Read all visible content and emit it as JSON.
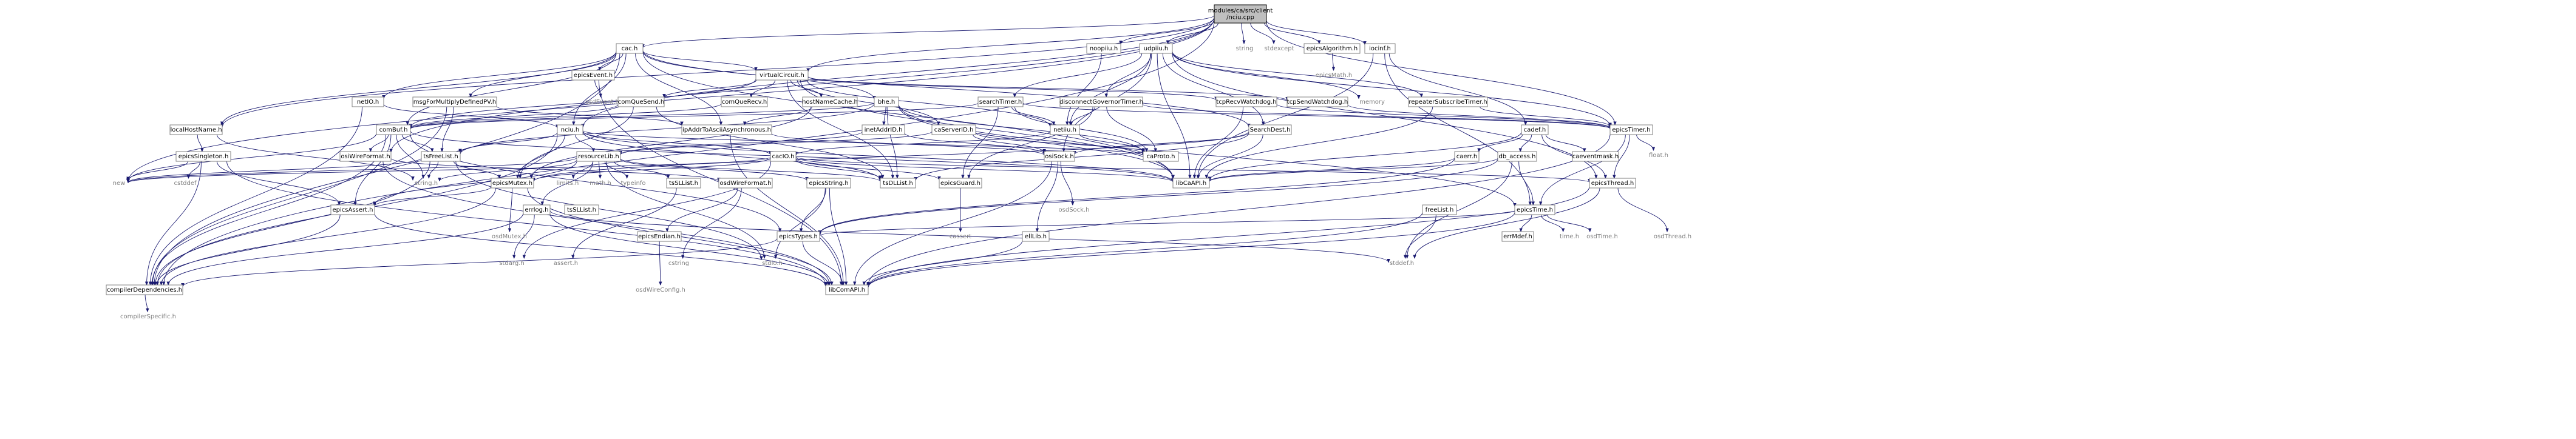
{
  "root": "modules/ca/src/client/nciu.cpp",
  "nodes": [
    {
      "id": "root",
      "label": [
        "modules/ca/src/client",
        "/nciu.cpp"
      ],
      "kind": "root",
      "link": false
    },
    {
      "id": "cac_h",
      "label": [
        "cac.h"
      ],
      "kind": "box",
      "link": true
    },
    {
      "id": "string",
      "label": [
        "string"
      ],
      "kind": "ext",
      "link": false
    },
    {
      "id": "stdexcept",
      "label": [
        "stdexcept"
      ],
      "kind": "ext",
      "link": false
    },
    {
      "id": "epicsAlgorithm_h",
      "label": [
        "epicsAlgorithm.h"
      ],
      "kind": "box",
      "link": true
    },
    {
      "id": "epicsMath_h",
      "label": [
        "epicsMath.h"
      ],
      "kind": "ext",
      "link": false
    },
    {
      "id": "iocinf_h",
      "label": [
        "iocinf.h"
      ],
      "kind": "box",
      "link": true
    },
    {
      "id": "noopiiu_h",
      "label": [
        "noopiiu.h"
      ],
      "kind": "box",
      "link": true
    },
    {
      "id": "udpiiu_h",
      "label": [
        "udpiiu.h"
      ],
      "kind": "box",
      "link": true
    },
    {
      "id": "epicsEvent_h",
      "label": [
        "epicsEvent.h"
      ],
      "kind": "box",
      "link": true
    },
    {
      "id": "osdEvent_h",
      "label": [
        "osdEvent.h"
      ],
      "kind": "ext",
      "link": false
    },
    {
      "id": "virtualCircuit_h",
      "label": [
        "virtualCircuit.h"
      ],
      "kind": "box",
      "link": true
    },
    {
      "id": "netiiu_h_top",
      "label": [
        "netIO.h"
      ],
      "kind": "box",
      "link": true
    },
    {
      "id": "msgForMultiplyDefinedPV_h",
      "label": [
        "msgForMultiplyDefinedPV.h"
      ],
      "kind": "box",
      "link": true
    },
    {
      "id": "comQueSend_h",
      "label": [
        "comQueSend.h"
      ],
      "kind": "box",
      "link": true
    },
    {
      "id": "comQueRecv_h",
      "label": [
        "comQueRecv.h"
      ],
      "kind": "box",
      "link": true
    },
    {
      "id": "hostNameCache_h",
      "label": [
        "hostNameCache.h"
      ],
      "kind": "box",
      "link": true
    },
    {
      "id": "bhe_h",
      "label": [
        "bhe.h"
      ],
      "kind": "box",
      "link": true
    },
    {
      "id": "searchTimer_h",
      "label": [
        "searchTimer.h"
      ],
      "kind": "box",
      "link": true
    },
    {
      "id": "disconnectGovernorTimer_h",
      "label": [
        "disconnectGovernorTimer.h"
      ],
      "kind": "box",
      "link": true
    },
    {
      "id": "tcpRecvWatchdog_h",
      "label": [
        "tcpRecvWatchdog.h"
      ],
      "kind": "box",
      "link": true
    },
    {
      "id": "tcpSendWatchdog_h",
      "label": [
        "tcpSendWatchdog.h"
      ],
      "kind": "box",
      "link": true
    },
    {
      "id": "memory",
      "label": [
        "memory"
      ],
      "kind": "ext",
      "link": false
    },
    {
      "id": "repeaterSubscribeTimer_h",
      "label": [
        "repeaterSubscribeTimer.h"
      ],
      "kind": "box",
      "link": true
    },
    {
      "id": "localHostName_h",
      "label": [
        "localHostName.h"
      ],
      "kind": "box",
      "link": true
    },
    {
      "id": "comBuf_h",
      "label": [
        "comBuf.h"
      ],
      "kind": "box",
      "link": true
    },
    {
      "id": "nciu_h",
      "label": [
        "nciu.h"
      ],
      "kind": "box",
      "link": true
    },
    {
      "id": "ipAddrToAsciiAsynchronous_h",
      "label": [
        "ipAddrToAsciiAsynchronous.h"
      ],
      "kind": "box",
      "link": true
    },
    {
      "id": "inetAddrID_h",
      "label": [
        "inetAddrID.h"
      ],
      "kind": "box",
      "link": true
    },
    {
      "id": "caServerID_h",
      "label": [
        "caServerID.h"
      ],
      "kind": "box",
      "link": true
    },
    {
      "id": "netiiu_h",
      "label": [
        "netiiu.h"
      ],
      "kind": "box",
      "link": true
    },
    {
      "id": "SearchDest_h",
      "label": [
        "SearchDest.h"
      ],
      "kind": "box",
      "link": true
    },
    {
      "id": "epicsTimer_h",
      "label": [
        "epicsTimer.h"
      ],
      "kind": "box",
      "link": true
    },
    {
      "id": "float_h",
      "label": [
        "float.h"
      ],
      "kind": "ext",
      "link": false
    },
    {
      "id": "cadef_h",
      "label": [
        "cadef.h"
      ],
      "kind": "box",
      "link": true
    },
    {
      "id": "epicsSingleton_h",
      "label": [
        "epicsSingleton.h"
      ],
      "kind": "box",
      "link": true
    },
    {
      "id": "cstddef",
      "label": [
        "cstddef"
      ],
      "kind": "ext",
      "link": false
    },
    {
      "id": "osiWireFormat_h",
      "label": [
        "osiWireFormat.h"
      ],
      "kind": "box",
      "link": true
    },
    {
      "id": "tsFreeList_h",
      "label": [
        "tsFreeList.h"
      ],
      "kind": "box",
      "link": true
    },
    {
      "id": "resourceLib_h",
      "label": [
        "resourceLib.h"
      ],
      "kind": "box",
      "link": true
    },
    {
      "id": "caProto_h",
      "label": [
        "caProto.h"
      ],
      "kind": "box",
      "link": true
    },
    {
      "id": "osiSock_h",
      "label": [
        "osiSock.h"
      ],
      "kind": "box",
      "link": true
    },
    {
      "id": "caerr_h",
      "label": [
        "caerr.h"
      ],
      "kind": "box",
      "link": true
    },
    {
      "id": "caeventmask_h",
      "label": [
        "caeventmask.h"
      ],
      "kind": "box",
      "link": true
    },
    {
      "id": "db_access_h",
      "label": [
        "db_access.h"
      ],
      "kind": "box",
      "link": true
    },
    {
      "id": "cacIO_h",
      "label": [
        "cacIO.h"
      ],
      "kind": "box",
      "link": true
    },
    {
      "id": "new",
      "label": [
        "new"
      ],
      "kind": "ext",
      "link": false
    },
    {
      "id": "string_h",
      "label": [
        "string.h"
      ],
      "kind": "ext",
      "link": false
    },
    {
      "id": "epicsMutex_h",
      "label": [
        "epicsMutex.h"
      ],
      "kind": "box",
      "link": true
    },
    {
      "id": "limits_h",
      "label": [
        "limits.h"
      ],
      "kind": "ext",
      "link": false
    },
    {
      "id": "math_h",
      "label": [
        "math.h"
      ],
      "kind": "ext",
      "link": false
    },
    {
      "id": "typeinfo",
      "label": [
        "typeinfo"
      ],
      "kind": "ext",
      "link": false
    },
    {
      "id": "tsSLList_h",
      "label": [
        "tsSLList.h"
      ],
      "kind": "box",
      "link": true
    },
    {
      "id": "osiWireFormat_h2",
      "label": [
        "osdWireFormat.h"
      ],
      "kind": "box",
      "link": true
    },
    {
      "id": "epicsString_h",
      "label": [
        "epicsString.h"
      ],
      "kind": "box",
      "link": true
    },
    {
      "id": "tsDLList_h",
      "label": [
        "tsDLList.h"
      ],
      "kind": "box",
      "link": true
    },
    {
      "id": "epicsGuard_h",
      "label": [
        "epicsGuard.h"
      ],
      "kind": "box",
      "link": true
    },
    {
      "id": "libCaAPI_h",
      "label": [
        "libCaAPI.h"
      ],
      "kind": "box",
      "link": true
    },
    {
      "id": "osdSock_h",
      "label": [
        "osdSock.h"
      ],
      "kind": "ext",
      "link": false
    },
    {
      "id": "ellLib_h",
      "label": [
        "ellLib.h"
      ],
      "kind": "box",
      "link": true
    },
    {
      "id": "freeList_h",
      "label": [
        "freeList.h"
      ],
      "kind": "box",
      "link": true
    },
    {
      "id": "epicsTime_h",
      "label": [
        "epicsTime.h"
      ],
      "kind": "box",
      "link": true
    },
    {
      "id": "epicsThread_h",
      "label": [
        "epicsThread.h"
      ],
      "kind": "box",
      "link": true
    },
    {
      "id": "errMdef_h",
      "label": [
        "errMdef.h"
      ],
      "kind": "box",
      "link": true
    },
    {
      "id": "time_h",
      "label": [
        "time.h"
      ],
      "kind": "ext",
      "link": false
    },
    {
      "id": "osdTime_h",
      "label": [
        "osdTime.h"
      ],
      "kind": "ext",
      "link": false
    },
    {
      "id": "osdThread_h",
      "label": [
        "osdThread.h"
      ],
      "kind": "ext",
      "link": false
    },
    {
      "id": "errlog_h",
      "label": [
        "errlog.h"
      ],
      "kind": "box",
      "link": true
    },
    {
      "id": "tsSLList_h2",
      "label": [
        "tsSLList.h"
      ],
      "kind": "box",
      "link": true
    },
    {
      "id": "epicsAssert_h",
      "label": [
        "epicsAssert.h"
      ],
      "kind": "box",
      "link": true
    },
    {
      "id": "osdMutex_h",
      "label": [
        "osdMutex.h"
      ],
      "kind": "ext",
      "link": false
    },
    {
      "id": "epicsEndian_h",
      "label": [
        "epicsEndian.h"
      ],
      "kind": "box",
      "link": true
    },
    {
      "id": "stdarg_h",
      "label": [
        "stdarg.h"
      ],
      "kind": "ext",
      "link": false
    },
    {
      "id": "assert_h",
      "label": [
        "assert.h"
      ],
      "kind": "ext",
      "link": false
    },
    {
      "id": "cstring",
      "label": [
        "cstring"
      ],
      "kind": "ext",
      "link": false
    },
    {
      "id": "stdio_h",
      "label": [
        "stdio.h"
      ],
      "kind": "ext",
      "link": false
    },
    {
      "id": "epicsTypes_h",
      "label": [
        "epicsTypes.h"
      ],
      "kind": "box",
      "link": true
    },
    {
      "id": "stddef_h",
      "label": [
        "stddef.h"
      ],
      "kind": "ext",
      "link": false
    },
    {
      "id": "cassert",
      "label": [
        "cassert"
      ],
      "kind": "ext",
      "link": false
    },
    {
      "id": "osdWireConfig_h",
      "label": [
        "osdWireConfig.h"
      ],
      "kind": "ext",
      "link": false
    },
    {
      "id": "compilerDependencies_h",
      "label": [
        "compilerDependencies.h"
      ],
      "kind": "box",
      "link": true
    },
    {
      "id": "libComAPI_h",
      "label": [
        "libComAPI.h"
      ],
      "kind": "box",
      "link": true
    },
    {
      "id": "compilerSpecific_h",
      "label": [
        "compilerSpecific.h"
      ],
      "kind": "ext",
      "link": false
    }
  ]
}
